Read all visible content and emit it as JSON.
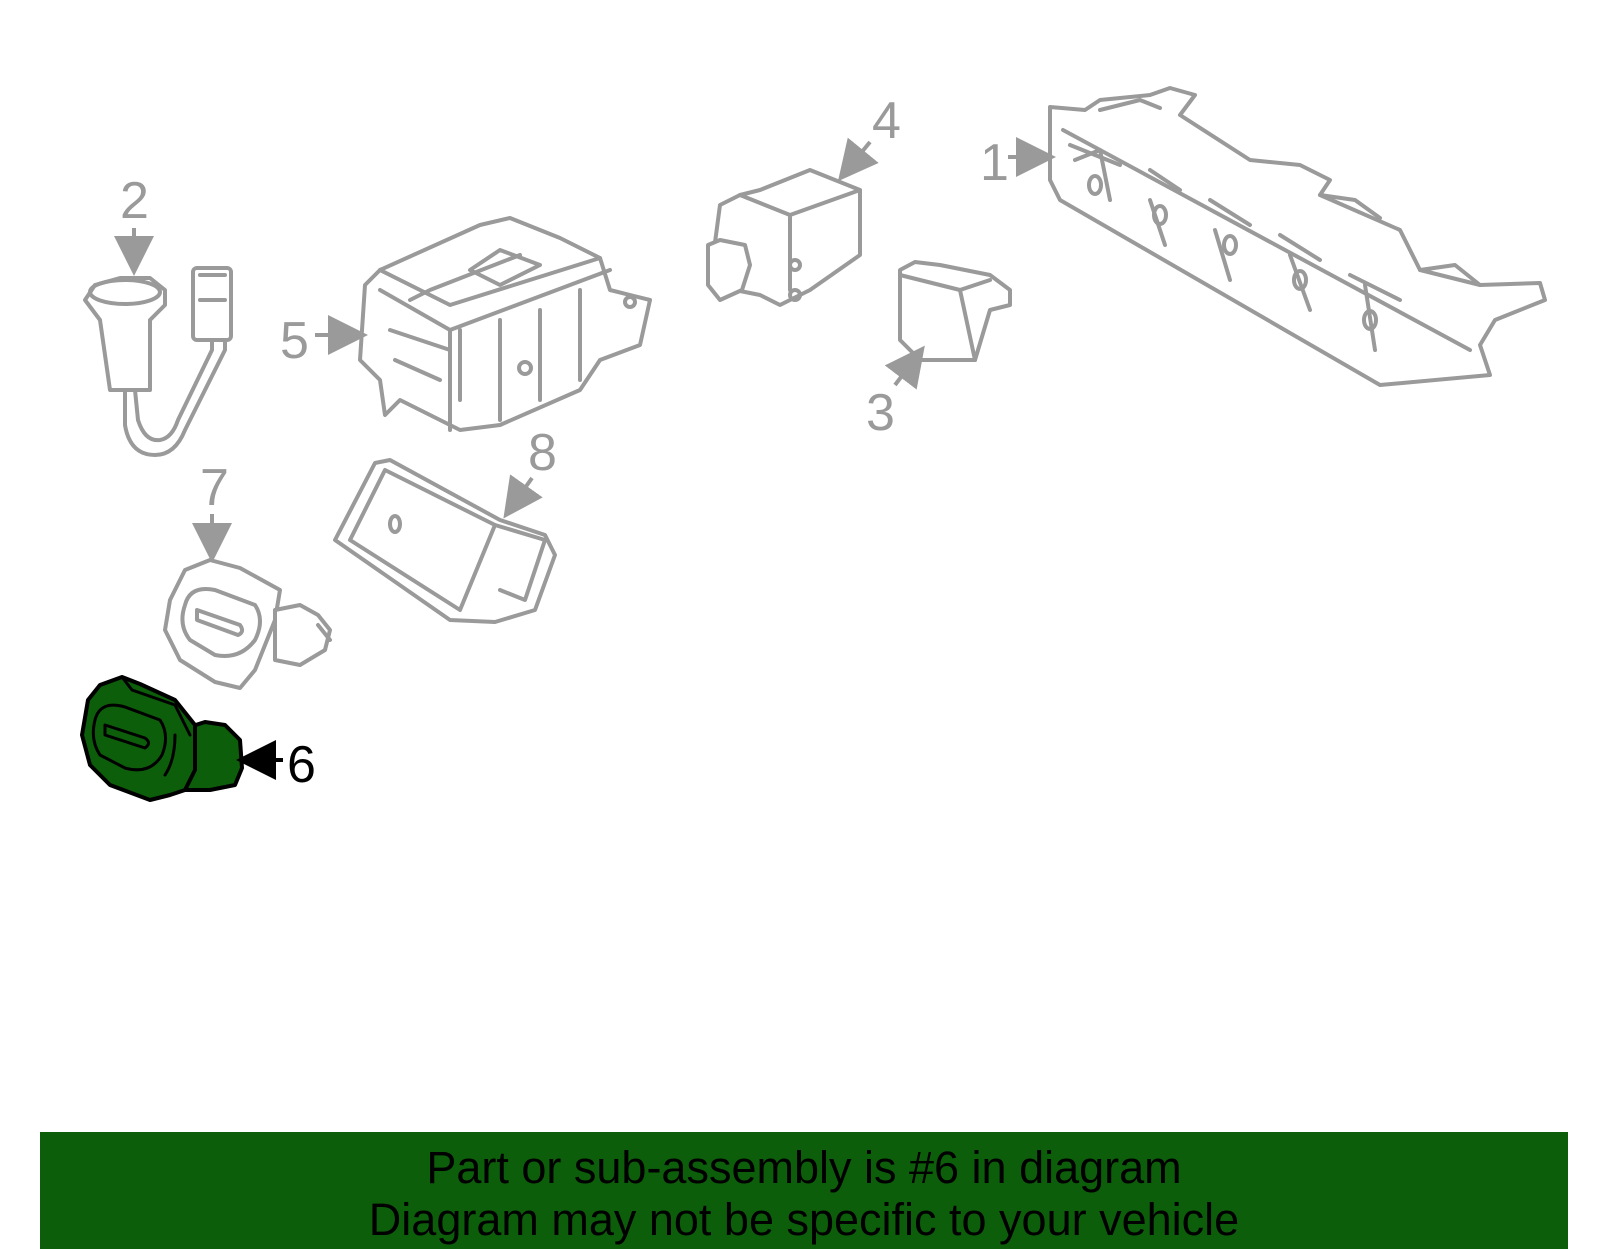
{
  "callouts": {
    "c1": "1",
    "c2": "2",
    "c3": "3",
    "c4": "4",
    "c5": "5",
    "c6": "6",
    "c7": "7",
    "c8": "8"
  },
  "highlighted_part": "6",
  "banner": {
    "line1": "Part or sub-assembly is #6 in diagram",
    "line2": "Diagram may not be specific to your vehicle"
  },
  "colors": {
    "highlight": "#0d5e0a",
    "outline": "#9a9a9a",
    "banner": "#0d5e0a"
  }
}
